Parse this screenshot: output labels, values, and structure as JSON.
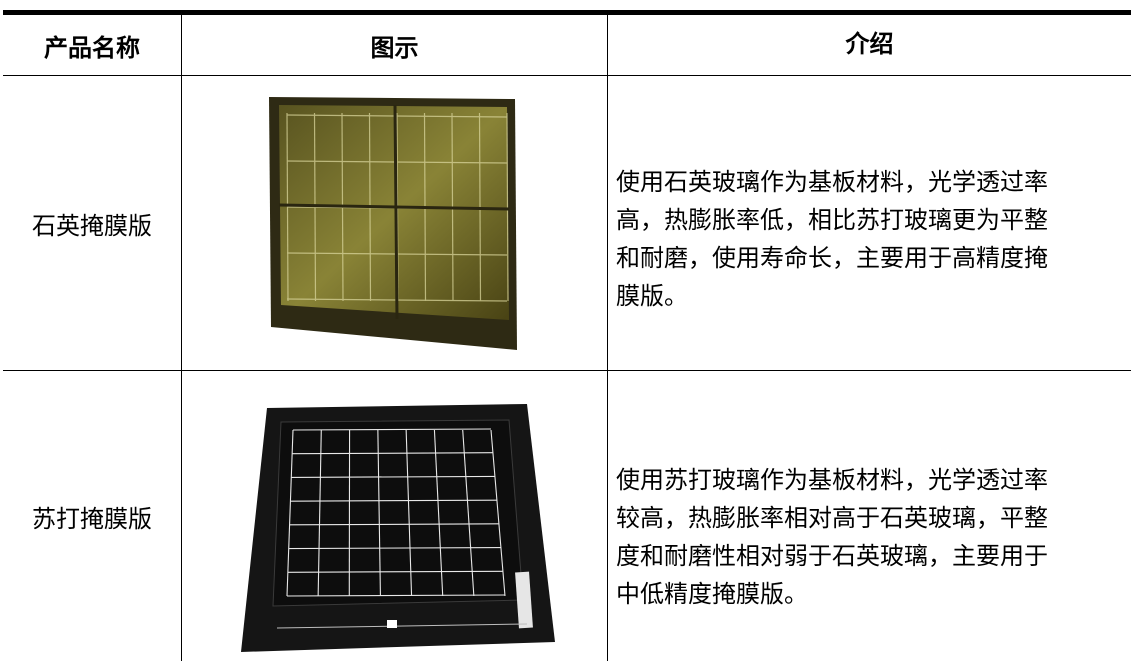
{
  "table": {
    "headers": [
      "产品名称",
      "图示",
      "介绍"
    ],
    "rows": [
      {
        "name": "石英掩膜版",
        "image_label": "quartz-mask-image",
        "desc_lines": [
          "使用石英玻璃作为基板材料，光学透过率",
          "高，热膨胀率低，相比苏打玻璃更为平整",
          "和耐磨，使用寿命长，主要用于高精度掩",
          "膜版。"
        ]
      },
      {
        "name": "苏打掩膜版",
        "image_label": "soda-mask-image",
        "desc_lines": [
          "使用苏打玻璃作为基板材料，光学透过率",
          "较高，热膨胀率相对高于石英玻璃，平整",
          "度和耐磨性相对弱于石英玻璃，主要用于",
          "中低精度掩膜版。"
        ]
      }
    ]
  },
  "colors": {
    "rule": "#000000",
    "quartz_tint": "#9a9440",
    "soda_base": "#141414"
  }
}
